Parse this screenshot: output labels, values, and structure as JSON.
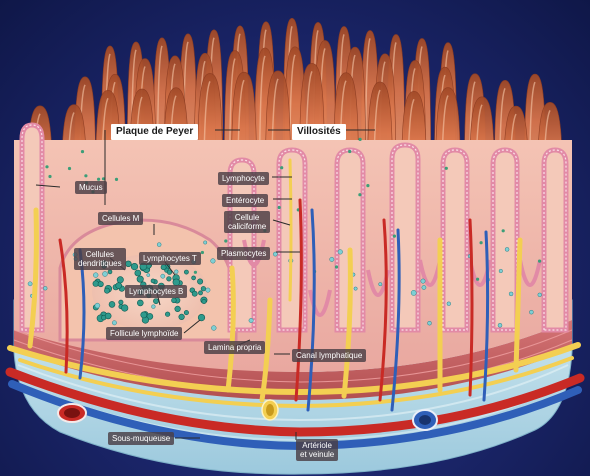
{
  "labels": {
    "plaque": "Plaque de Peyer",
    "villosites": "Villosités",
    "mucus": "Mucus",
    "cellules_m": "Cellules M",
    "cellules_dendritiques_l1": "Cellules",
    "cellules_dendritiques_l2": "dendritiques",
    "lymphocytes_t": "Lymphocytes T",
    "lymphocytes_b": "Lymphocytes B",
    "follicule": "Follicule lymphoïde",
    "lymphocyte": "Lymphocyte",
    "enterocyte": "Entérocyte",
    "cellule_caliciforme_l1": "Cellule",
    "cellule_caliciforme_l2": "caliciforme",
    "plasmocytes": "Plasmocytes",
    "lamina": "Lamina propria",
    "canal": "Canal lymphatique",
    "sous_muqueuse": "Sous-muqueuse",
    "arteriole_l1": "Artériole",
    "arteriole_l2": "et veinule"
  },
  "colors": {
    "background": "#1d2870",
    "villus": "#e07e52",
    "villus_tip": "#a94c2a",
    "tissue": "#f0b8a8",
    "epithelium": "#e98fa7",
    "lymph_vessel": "#f3cf52",
    "artery": "#d8322a",
    "vein": "#2f5fb8",
    "muscle": "#c55a5c",
    "submucosa": "#b9ddea"
  }
}
